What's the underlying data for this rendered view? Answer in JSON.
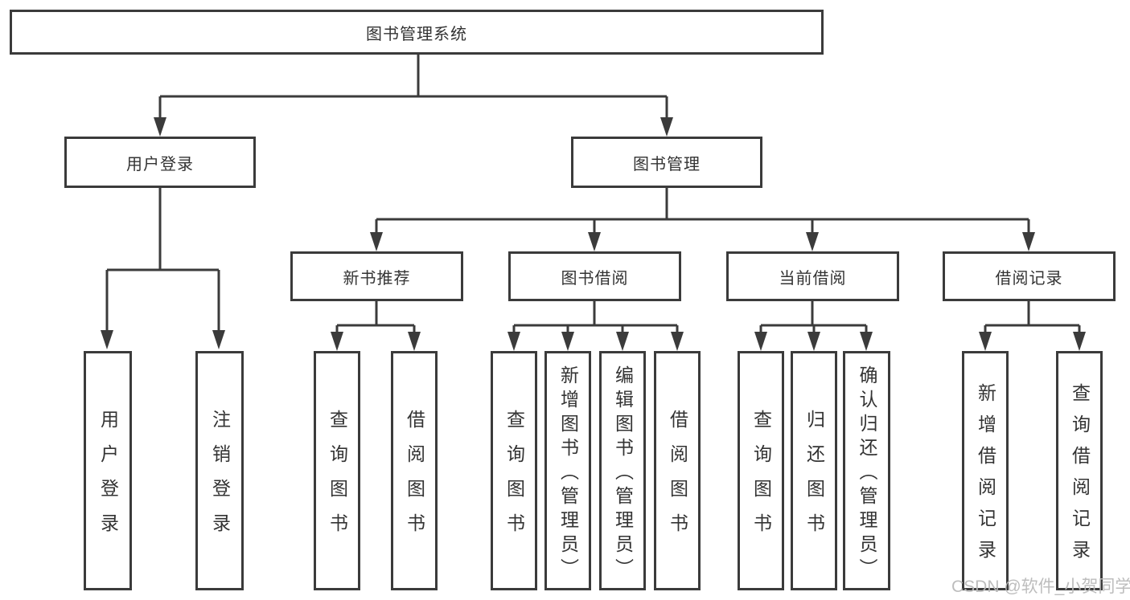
{
  "diagram": {
    "root": {
      "label": "图书管理系统"
    },
    "level2": [
      {
        "id": "user-login",
        "label": "用户登录"
      },
      {
        "id": "book-management",
        "label": "图书管理"
      }
    ],
    "level3": [
      {
        "id": "new-book-recommend",
        "label": "新书推荐"
      },
      {
        "id": "book-borrowing",
        "label": "图书借阅"
      },
      {
        "id": "current-borrowing",
        "label": "当前借阅"
      },
      {
        "id": "borrowing-records",
        "label": "借阅记录"
      }
    ],
    "leaves": [
      {
        "parent": "用户登录",
        "label": "用户登录"
      },
      {
        "parent": "用户登录",
        "label": "注销登录"
      },
      {
        "parent": "新书推荐",
        "label": "查询图书"
      },
      {
        "parent": "新书推荐",
        "label": "借阅图书"
      },
      {
        "parent": "图书借阅",
        "label": "查询图书"
      },
      {
        "parent": "图书借阅",
        "label": "新增图书（管理员）"
      },
      {
        "parent": "图书借阅",
        "label": "编辑图书（管理员）"
      },
      {
        "parent": "图书借阅",
        "label": "借阅图书"
      },
      {
        "parent": "当前借阅",
        "label": "查询图书"
      },
      {
        "parent": "当前借阅",
        "label": "归还图书"
      },
      {
        "parent": "当前借阅",
        "label": "确认归还（管理员）"
      },
      {
        "parent": "借阅记录",
        "label": "新增借阅记录"
      },
      {
        "parent": "借阅记录",
        "label": "查询借阅记录"
      }
    ],
    "watermark": "CSDN @软件_小贺同学",
    "colors": {
      "line": "#3b3b3b",
      "text": "#333333",
      "background": "#ffffff",
      "watermark": "#b9b9b9"
    }
  }
}
